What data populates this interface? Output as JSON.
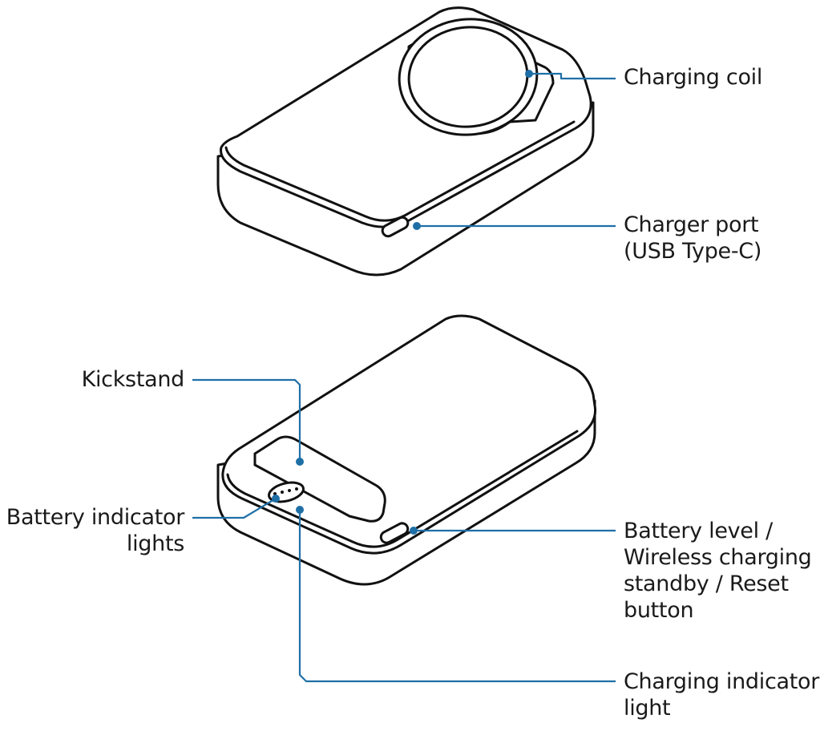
{
  "labels": {
    "charging_coil": "Charging coil",
    "charger_port": "Charger port\n(USB Type-C)",
    "kickstand": "Kickstand",
    "battery_indicator_lights": "Battery indicator\nlights",
    "battery_level_button": "Battery level /\nWireless charging\nstandby / Reset\nbutton",
    "charging_indicator_light": "Charging indicator\nlight"
  },
  "colors": {
    "leader_line": "#1f6fa7",
    "outline": "#111111",
    "background": "#ffffff"
  }
}
